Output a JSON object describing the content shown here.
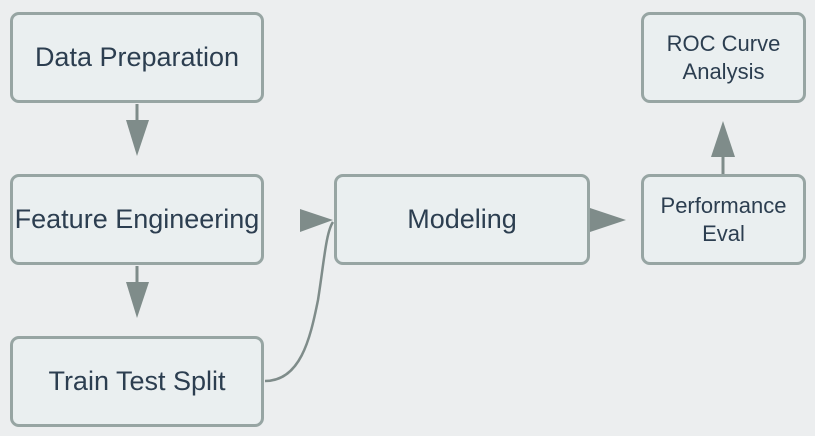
{
  "diagram": {
    "nodes": {
      "data_preparation": "Data Preparation",
      "feature_engineering": "Feature Engineering",
      "train_test_split": "Train Test Split",
      "modeling": "Modeling",
      "performance_eval": "Performance\nEval",
      "roc_curve_analysis": "ROC Curve\nAnalysis"
    },
    "edges": [
      {
        "from": "data_preparation",
        "to": "feature_engineering"
      },
      {
        "from": "feature_engineering",
        "to": "train_test_split"
      },
      {
        "from": "feature_engineering",
        "to": "modeling"
      },
      {
        "from": "train_test_split",
        "to": "modeling"
      },
      {
        "from": "modeling",
        "to": "performance_eval"
      },
      {
        "from": "performance_eval",
        "to": "roc_curve_analysis"
      }
    ],
    "colors": {
      "node_fill": "#eaeff0",
      "node_border": "#97a5a3",
      "edge": "#7f8c8a",
      "text": "#2c3e50",
      "background": "#eceeef"
    }
  }
}
